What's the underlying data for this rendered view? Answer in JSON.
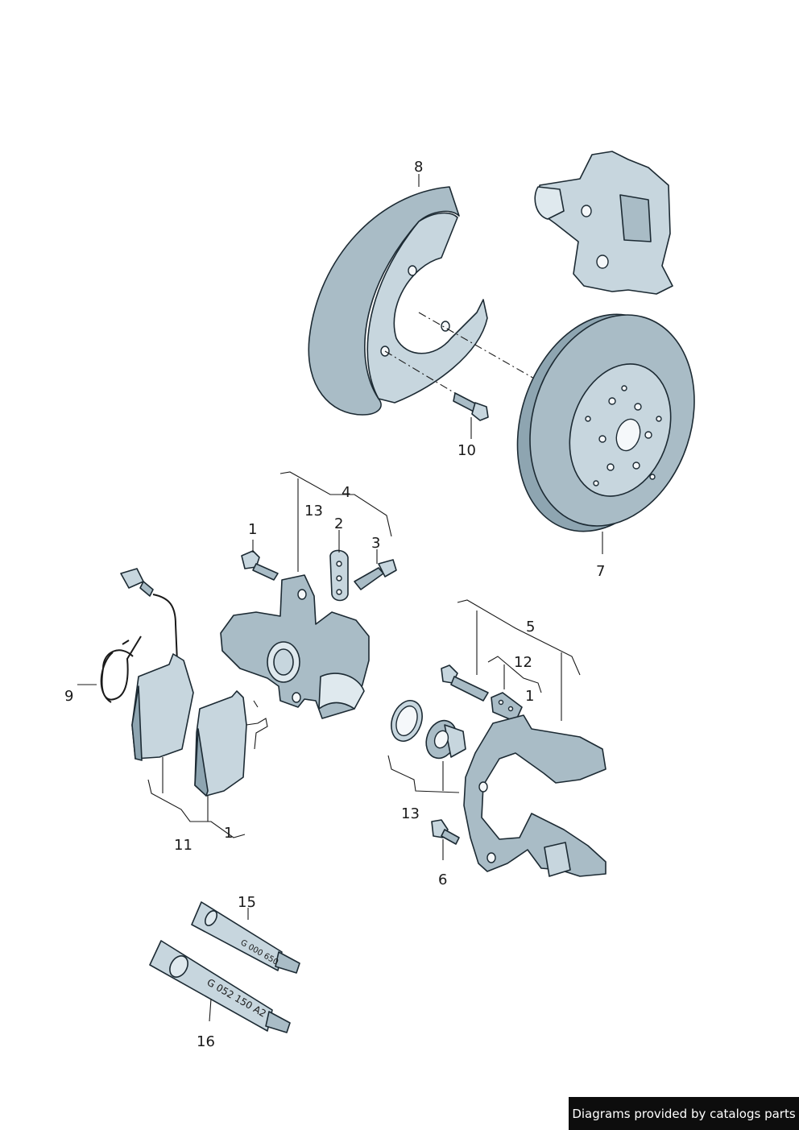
{
  "callouts": {
    "c8": "8",
    "c10": "10",
    "c7": "7",
    "c4": "4",
    "c13a": "13",
    "c1a": "1",
    "c2": "2",
    "c3": "3",
    "c5": "5",
    "c12": "12",
    "c1b": "1",
    "c9": "9",
    "c11": "11",
    "c1c": "1",
    "c13b": "13",
    "c6": "6",
    "c15": "15",
    "c16": "16"
  },
  "tube_labels": {
    "tube15": "G 000 650",
    "tube16": "G 052 150 A2"
  },
  "credit": "Diagrams provided by catalogs parts",
  "colors": {
    "part_fill": "#a9bcc6",
    "part_outline": "#1c2a33",
    "credit_bg": "#0d0d0d"
  }
}
